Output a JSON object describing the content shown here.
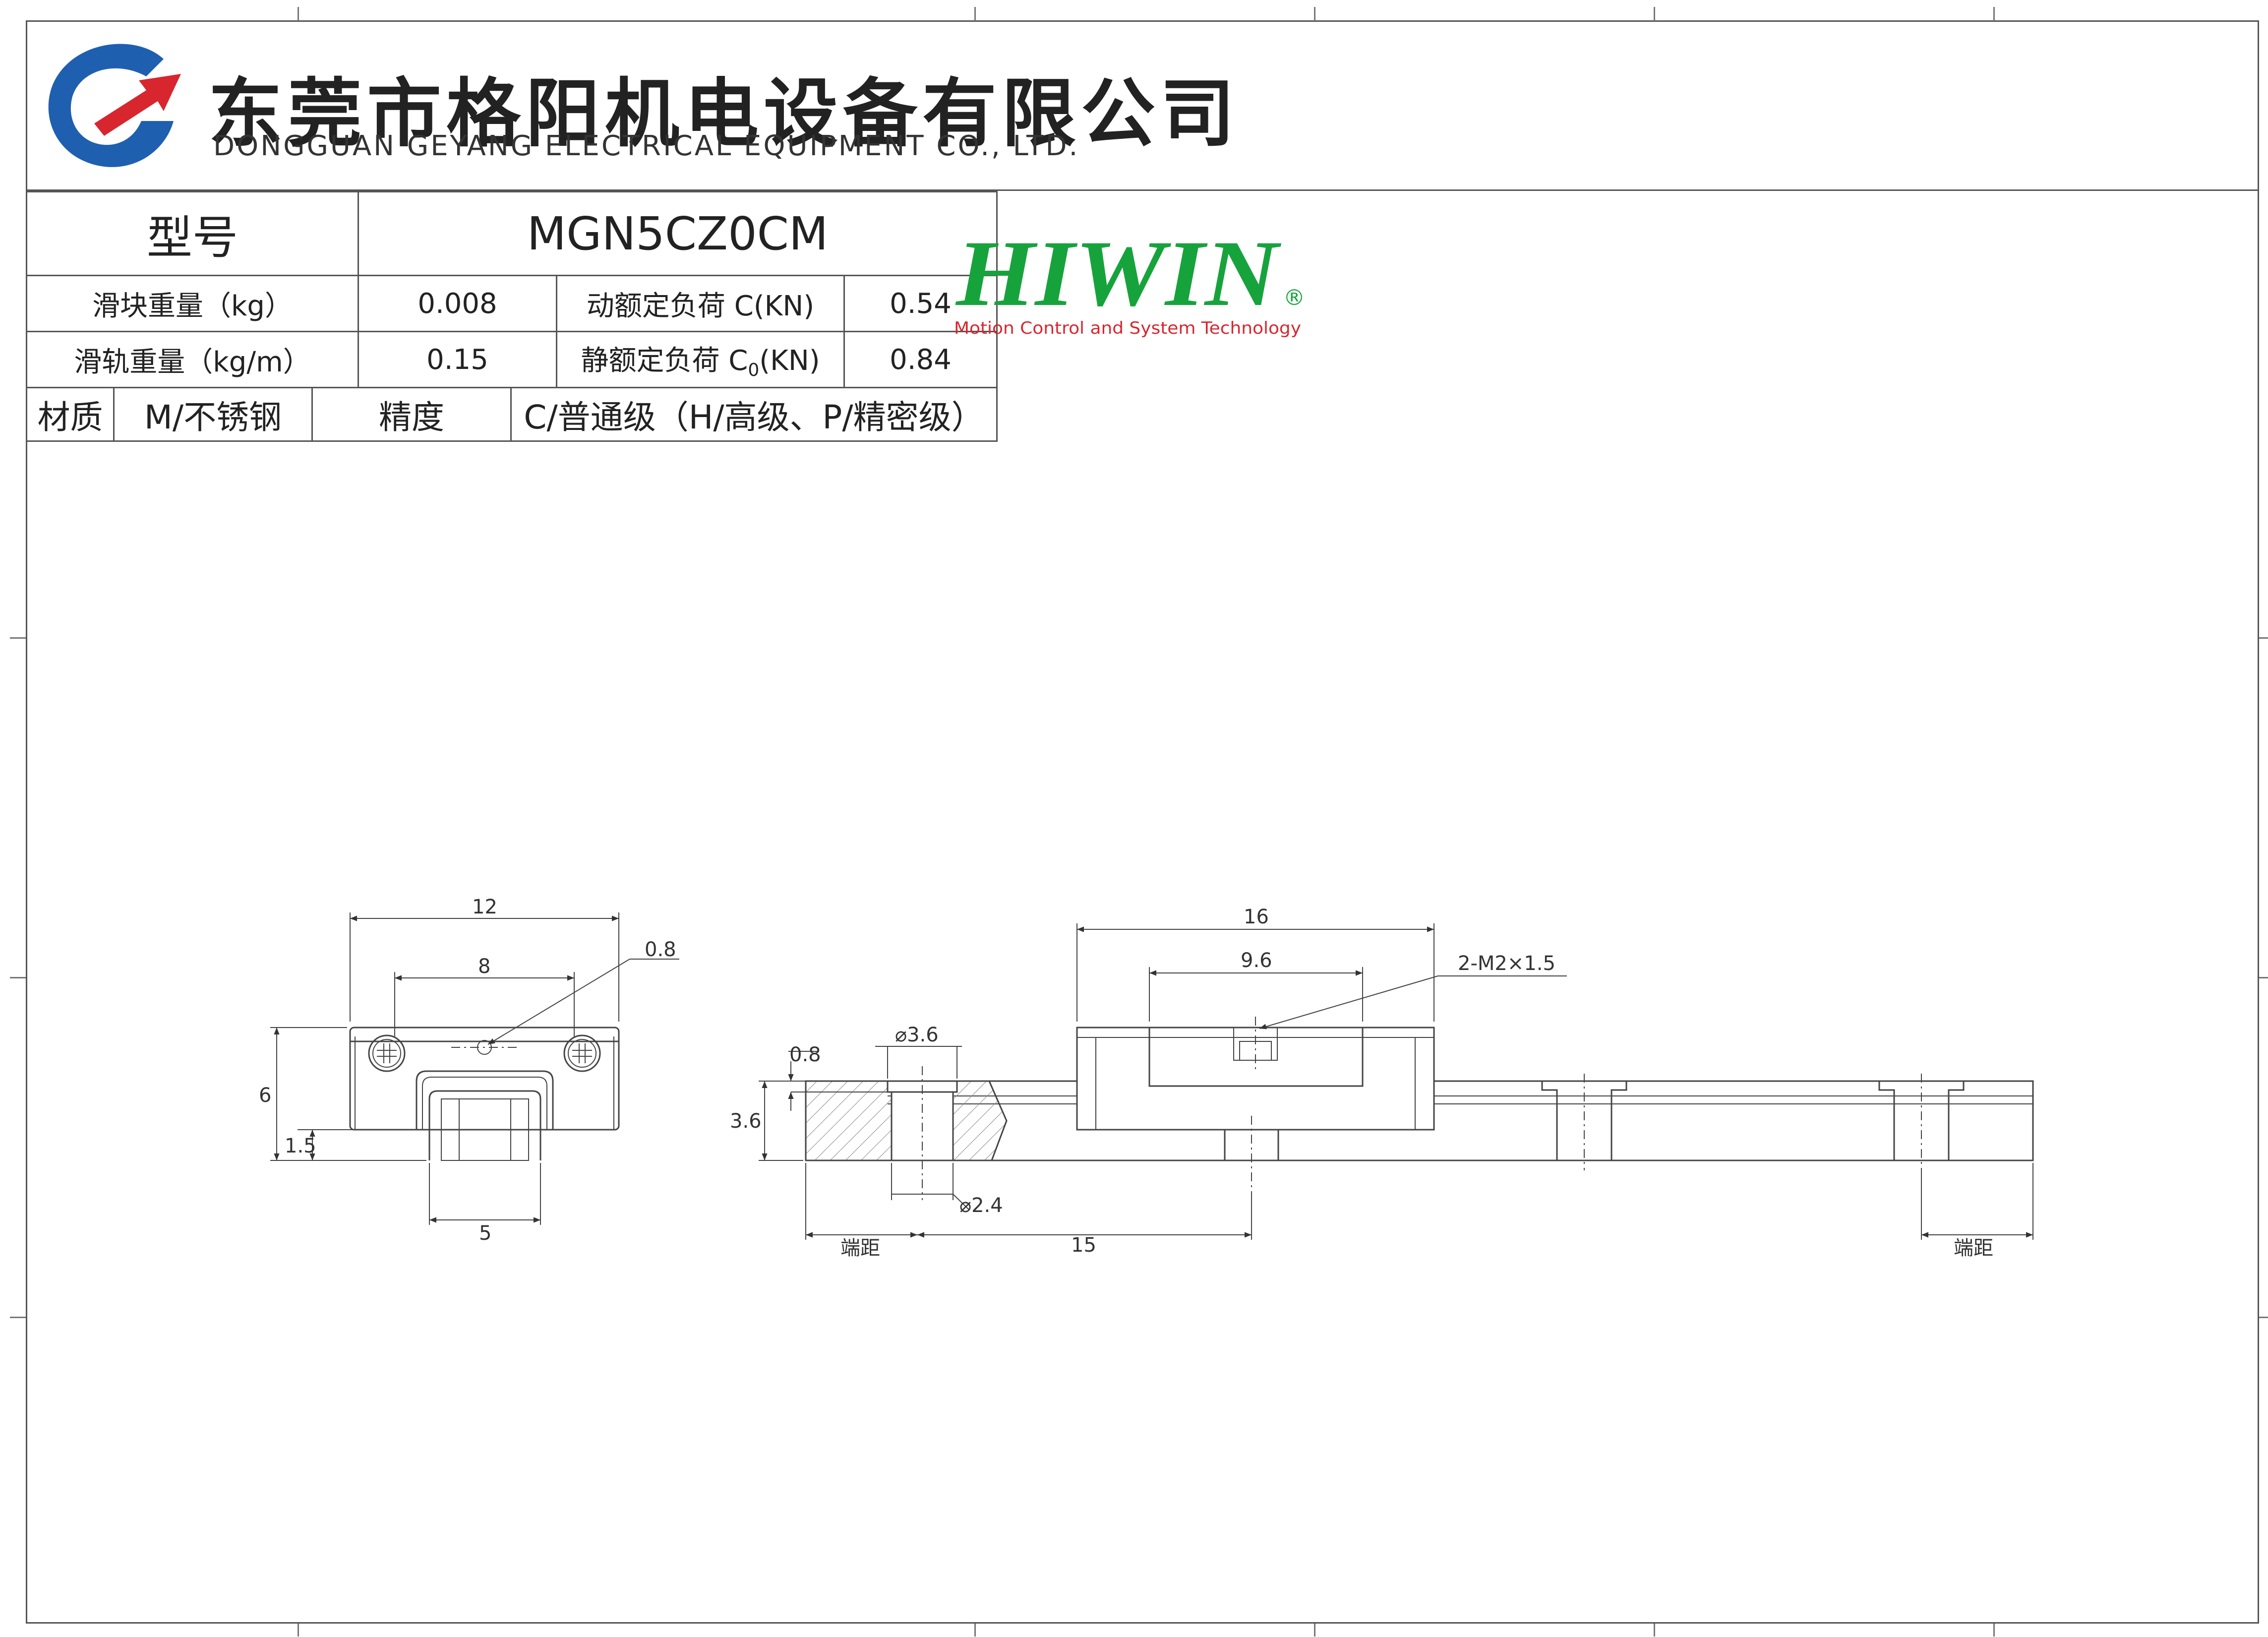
{
  "company": {
    "name_cn": "东莞市格阳机电设备有限公司",
    "name_en": "DONGGUAN GEYANG ELECTRICAL EQUIPMENT CO., LTD.",
    "colors": {
      "blue": "#1f5fb0",
      "red": "#d8262e"
    }
  },
  "spec": {
    "model_label": "型号",
    "model_value": "MGN5CZ0CM",
    "block_weight_label": "滑块重量（kg）",
    "block_weight_value": "0.008",
    "dynamic_load_label": "动额定负荷 C(KN)",
    "dynamic_load_value": "0.54",
    "rail_weight_label": "滑轨重量（kg/m）",
    "rail_weight_value": "0.15",
    "static_load_label_prefix": "静额定负荷 C",
    "static_load_label_sub": "0",
    "static_load_label_suffix": "(KN)",
    "static_load_value": "0.84",
    "material_label": "材质",
    "material_value": "M/不锈钢",
    "precision_label": "精度",
    "precision_value": "C/普通级（H/高级、P/精密级）"
  },
  "brand": {
    "name": "HIWIN",
    "registered": "®",
    "tagline": "Motion Control and System Technology",
    "colors": {
      "green": "#17a33c",
      "red": "#d8262e"
    }
  },
  "dims": {
    "front_width": "12",
    "front_hole_pitch": "8",
    "front_chamfer": "0.8",
    "front_height": "6",
    "front_bottom_gap": "1.5",
    "front_rail_width": "5",
    "side_block_length": "16",
    "side_hole_pitch": "9.6",
    "side_thread": "2-M2×1.5",
    "side_top_offset": "0.8",
    "side_counterbore_dia": "3.6",
    "side_rail_height": "3.6",
    "side_hole_dia": "2.4",
    "side_end_left": "端距",
    "side_pitch": "15",
    "side_end_right": "端距"
  }
}
